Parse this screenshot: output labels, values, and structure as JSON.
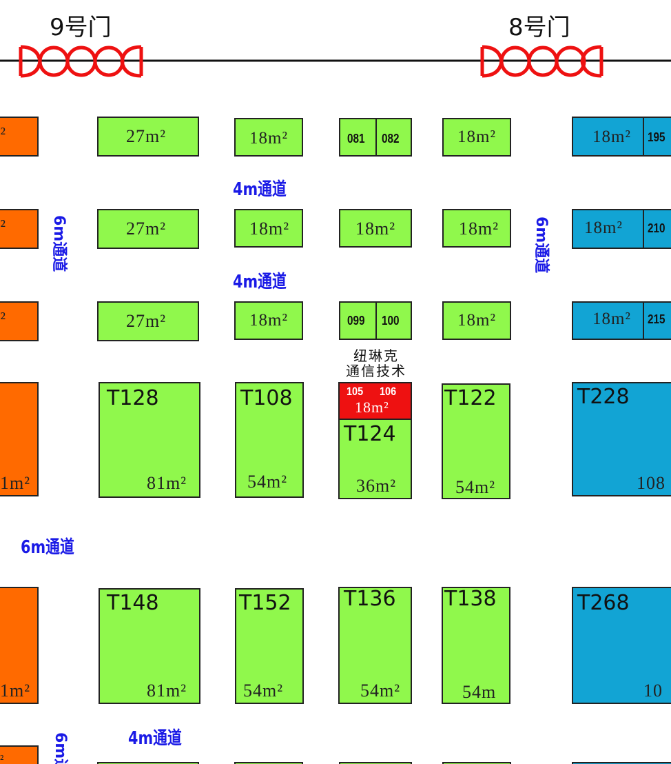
{
  "gates": [
    {
      "label": "9号门"
    },
    {
      "label": "8号门"
    }
  ],
  "aisles": {
    "h1": "4m通道",
    "h2": "4m通道",
    "h3": "6m通道",
    "h4": "4m通道",
    "v1": "6m通道",
    "v2": "6m通道",
    "v3": "6m通道"
  },
  "colors": {
    "green": "#90f84c",
    "orange": "#ff6a00",
    "blue": "#12a4d4",
    "red": "#ee1111",
    "aisle": "#1a1ae6",
    "gate": "#ee1111"
  },
  "rows": {
    "r1": {
      "c1": "27m²",
      "c2": "18m²",
      "c3a": "081",
      "c3b": "082",
      "c4": "18m²",
      "c5": "18m²",
      "c5b": "195",
      "c0": "m²"
    },
    "r2": {
      "c1": "27m²",
      "c2": "18m²",
      "c3": "18m²",
      "c4": "18m²",
      "c5": "18m²",
      "c5b": "210",
      "c0": "m²"
    },
    "r3": {
      "c1": "27m²",
      "c2": "18m²",
      "c3a": "099",
      "c3b": "100",
      "c4": "18m²",
      "c5": "18m²",
      "c5b": "215",
      "c0": "m²"
    }
  },
  "company": {
    "line1": "纽琳克",
    "line2": "通信技术"
  },
  "red_booth": {
    "a": "105",
    "b": "106",
    "area": "18m²"
  },
  "big1": {
    "b0": {
      "area": "1m²"
    },
    "b1": {
      "code": "T128",
      "area": "81m²"
    },
    "b2": {
      "code": "T108",
      "area": "54m²"
    },
    "b3": {
      "code": "T124",
      "area": "36m²"
    },
    "b4": {
      "code": "T122",
      "area": "54m²"
    },
    "b5": {
      "code": "T228",
      "area": "108"
    }
  },
  "big2": {
    "b0": {
      "area": "1m²"
    },
    "b1": {
      "code": "T148",
      "area": "81m²"
    },
    "b2": {
      "code": "T152",
      "area": "54m²"
    },
    "b3": {
      "code": "T136",
      "area": "54m²"
    },
    "b4": {
      "code": "T138",
      "area": "54m"
    },
    "b5": {
      "code": "T268",
      "area": "10"
    }
  },
  "bottom": {
    "c0": "²"
  }
}
